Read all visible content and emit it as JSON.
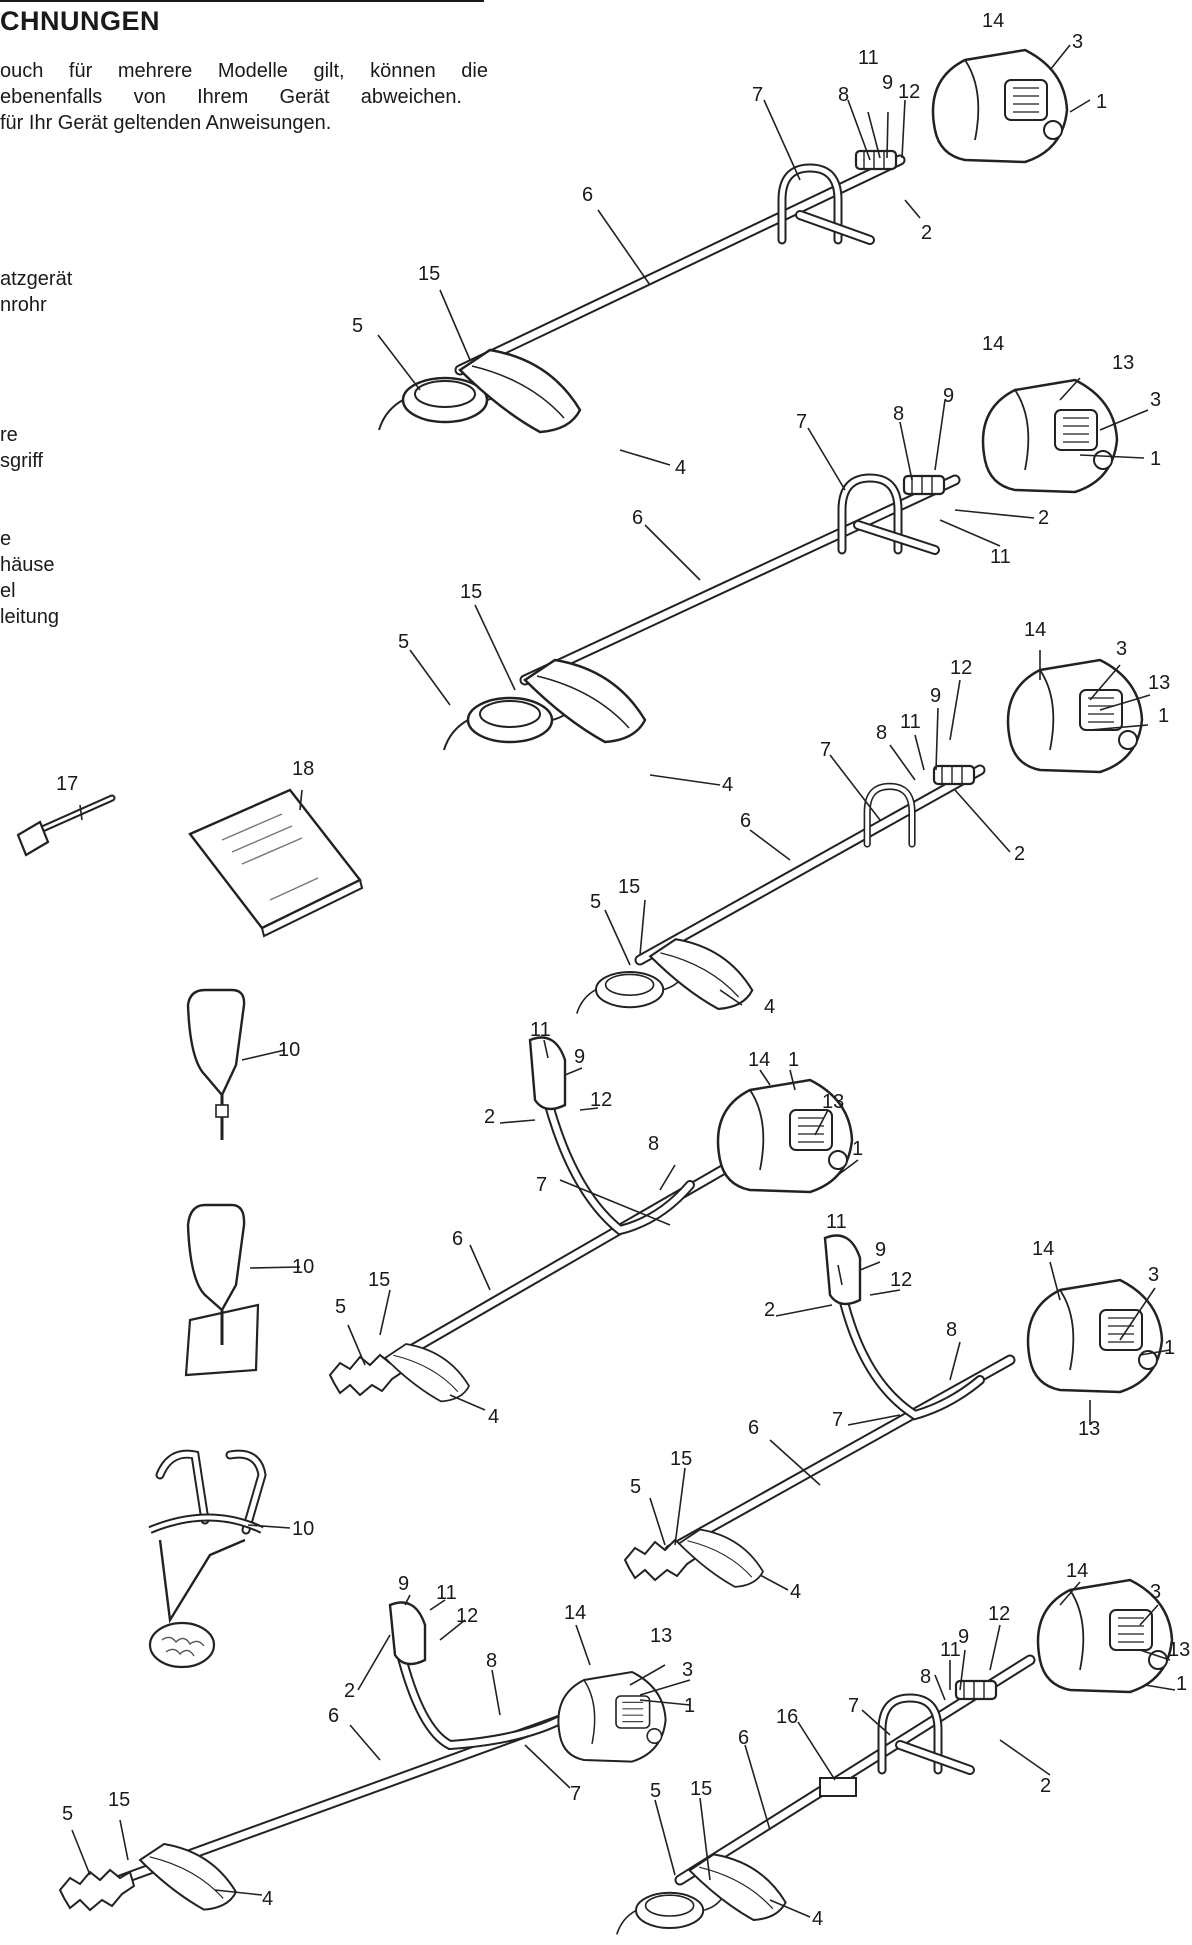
{
  "header": {
    "title": "CHNUNGEN",
    "intro_lines": [
      "ouch für mehrere Modelle gilt, können die",
      "ebenenfalls von Ihrem Gerät abweichen.",
      "für Ihr Gerät geltenden Anweisungen."
    ]
  },
  "parts_list": [
    "atzgerät",
    "nrohr",
    "re",
    "sgriff",
    "e",
    "häuse",
    "el",
    "leitung"
  ],
  "callouts": {
    "m1": [
      "14",
      "3",
      "11",
      "9",
      "12",
      "1",
      "7",
      "8",
      "6",
      "2",
      "15",
      "5",
      "4"
    ],
    "m2": [
      "14",
      "13",
      "3",
      "1",
      "7",
      "8",
      "9",
      "2",
      "11",
      "6",
      "15",
      "5",
      "4"
    ],
    "m3": [
      "14",
      "3",
      "12",
      "13",
      "9",
      "1",
      "11",
      "8",
      "7",
      "6",
      "2",
      "15",
      "5",
      "4"
    ],
    "m4": [
      "11",
      "9",
      "14",
      "1",
      "2",
      "12",
      "13",
      "8",
      "1",
      "7",
      "6",
      "15",
      "5",
      "4"
    ],
    "m5": [
      "11",
      "9",
      "14",
      "3",
      "12",
      "2",
      "8",
      "1",
      "7",
      "13",
      "6",
      "15",
      "5",
      "4"
    ],
    "m6": [
      "9",
      "11",
      "12",
      "14",
      "13",
      "8",
      "3",
      "2",
      "1",
      "6",
      "7",
      "5",
      "15",
      "4"
    ],
    "m7": [
      "14",
      "3",
      "12",
      "9",
      "13",
      "11",
      "8",
      "1",
      "7",
      "16",
      "6",
      "2",
      "5",
      "15",
      "4"
    ],
    "accessories": [
      "17",
      "18",
      "10",
      "10",
      "10"
    ]
  },
  "icons": [
    "brushcutter-drawing",
    "spark-plug-wrench-drawing",
    "manual-booklet-drawing",
    "shoulder-strap-drawing",
    "harness-drawing"
  ]
}
